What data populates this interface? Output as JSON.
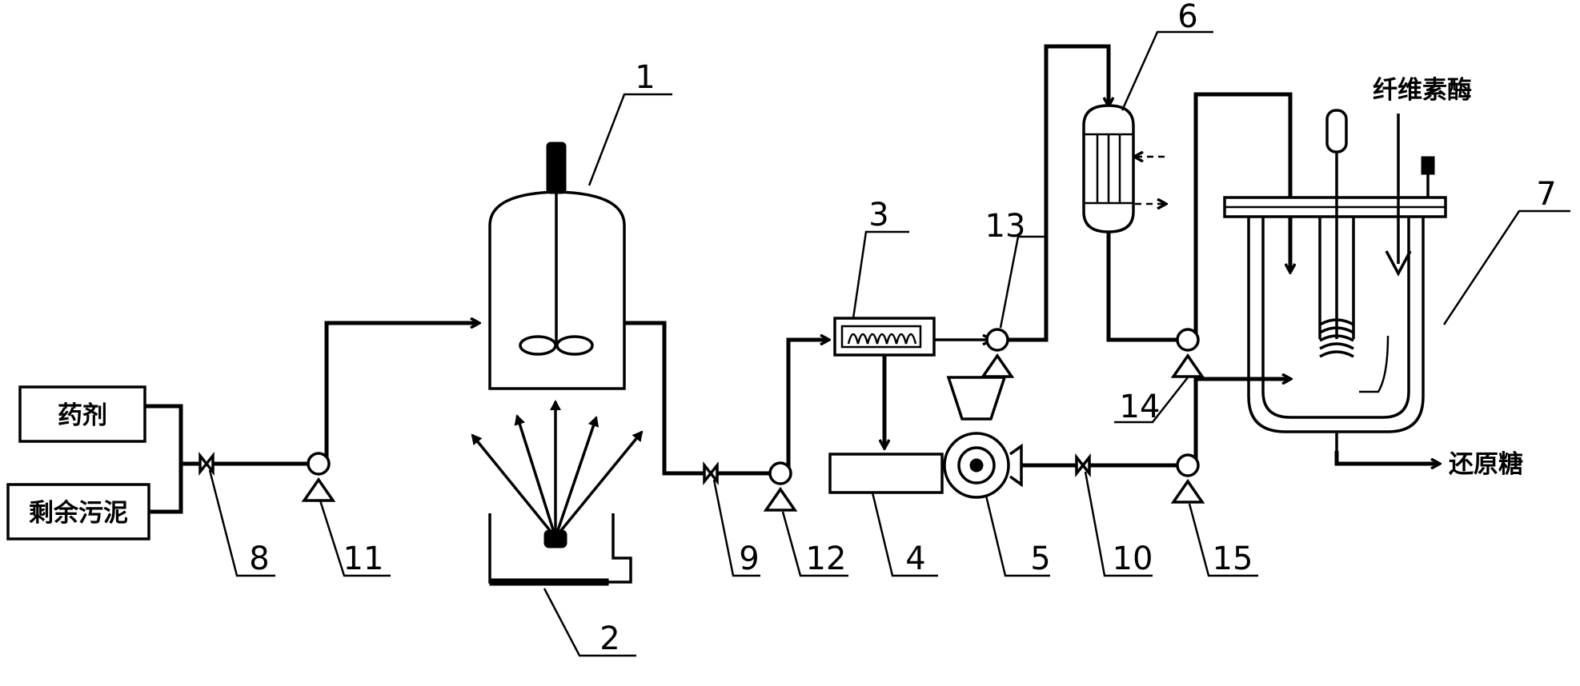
{
  "labels": {
    "reagent": "药剂",
    "sludge": "剩余污泥",
    "cellulase": "纤维素酶",
    "reducing_sugar": "还原糖"
  },
  "numbers": [
    "1",
    "2",
    "3",
    "4",
    "5",
    "6",
    "7",
    "8",
    "9",
    "10",
    "11",
    "12",
    "13",
    "14",
    "15"
  ]
}
